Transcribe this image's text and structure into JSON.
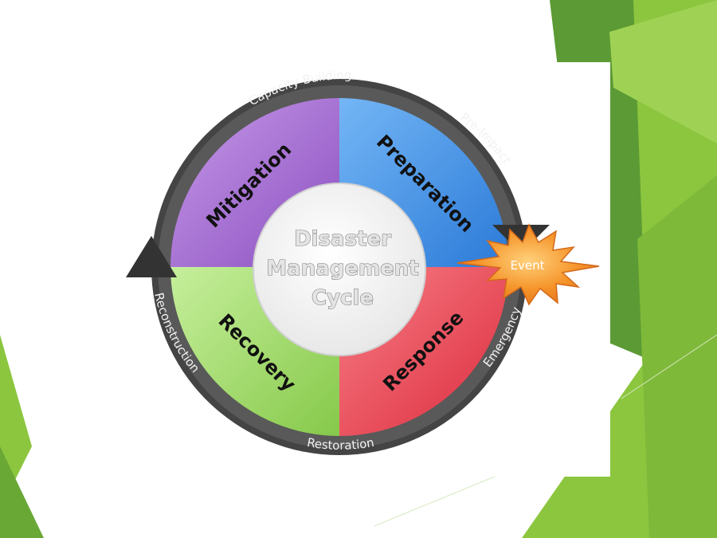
{
  "colors": {
    "background": "#ffffff",
    "accent_green_light": "#8cc63f",
    "accent_green_dark": "#4e8a2e",
    "ring": "#505050",
    "mitigation": "#9a62c9",
    "preparation": "#3a8ee8",
    "response": "#e8404e",
    "recovery": "#98d65a",
    "event": "#f5942a"
  },
  "diagram": {
    "center_title": [
      "Disaster",
      "Management",
      "Cycle"
    ],
    "quadrants": [
      {
        "label": "Mitigation",
        "color": "#9a62c9"
      },
      {
        "label": "Preparation",
        "color": "#3a8ee8"
      },
      {
        "label": "Response",
        "color": "#e8404e"
      },
      {
        "label": "Recovery",
        "color": "#98d65a"
      }
    ],
    "ring_labels": {
      "top": "Capacity Building",
      "upper_right": "Pre-Impact",
      "right": "Emergency",
      "bottom": "Restoration",
      "left": "Reconstruction"
    },
    "event_label": "Event"
  }
}
